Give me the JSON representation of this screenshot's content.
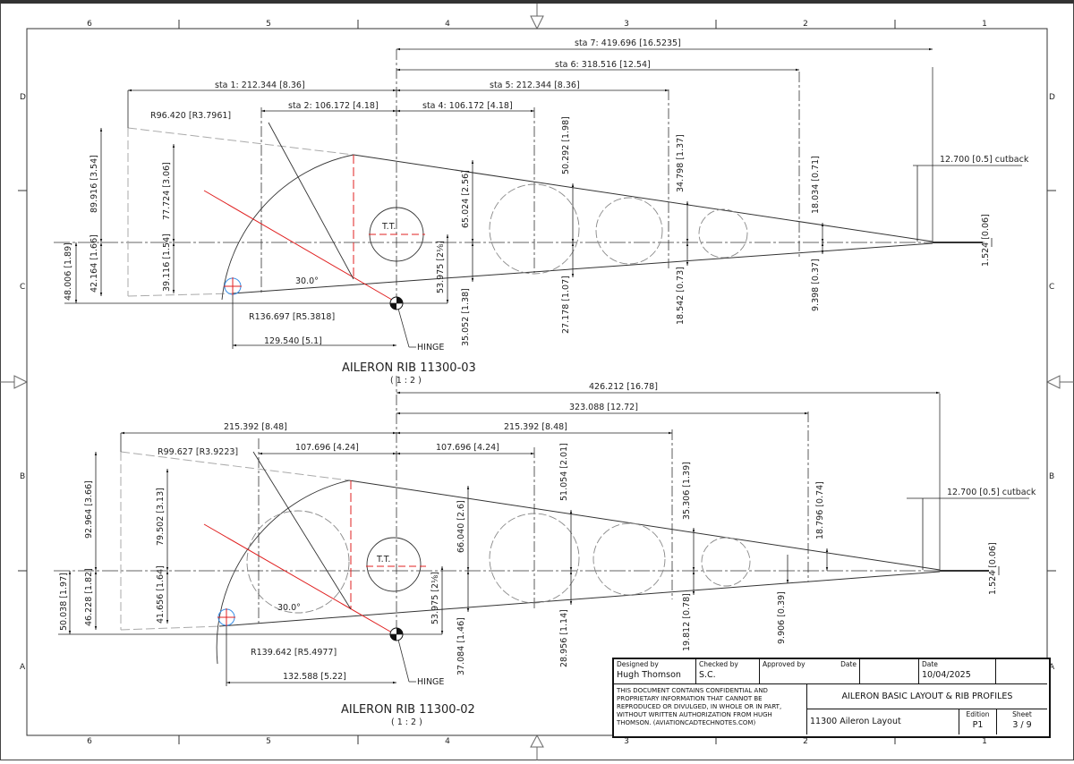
{
  "sheet": {
    "background": "#ffffff",
    "line_color": "#222222",
    "construction_color": "#e02020",
    "point_color": "#3a8ee6",
    "zones_columns": [
      "6",
      "5",
      "4",
      "3",
      "2",
      "1"
    ],
    "zones_rows": [
      "D",
      "C",
      "B",
      "A"
    ]
  },
  "rib_03": {
    "title": "AILERON RIB 11300-03",
    "scale": "( 1 : 2 )",
    "hinge_label": "HINGE",
    "tt_label": "T.T.",
    "angle": "30.0°",
    "radius_outer": "R96.420 [R3.7961]",
    "radius_arc": "R136.697 [R5.3818]",
    "sta1": "sta 1: 212.344 [8.36]",
    "sta2": "sta 2: 106.172 [4.18]",
    "sta4": "sta 4: 106.172 [4.18]",
    "sta5": "sta 5:  212.344 [8.36]",
    "sta6": "sta 6:  318.516 [12.54]",
    "sta7": "sta 7:  419.696 [16.5235]",
    "cutback": "12.700 [0.5] cutback",
    "te_thickness": "1.524 [0.06]",
    "h_left_top": "89.916 [3.54]",
    "h_left_bottom": "42.164 [1.66]",
    "h_left_total": "48.006 [1.89]",
    "h_sta2_top": "77.724 [3.06]",
    "h_sta2_bottom": "39.116 [1.54]",
    "h_hinge_top": "65.024 [2.56]",
    "h_hinge_bottom": "35.052 [1.38]",
    "h_tt": "53.975 [2⅛]",
    "h_sta4_top": "50.292 [1.98]",
    "h_sta4_bottom": "27.178 [1.07]",
    "h_sta5_top": "34.798 [1.37]",
    "h_sta5_bottom": "18.542 [0.73]",
    "h_sta6_top": "18.034 [0.71]",
    "h_sta6_bottom": "9.398 [0.37]",
    "hinge_offset": "129.540 [5.1]"
  },
  "rib_02": {
    "title": "AILERON RIB 11300-02",
    "scale": "( 1 : 2 )",
    "hinge_label": "HINGE",
    "tt_label": "T.T.",
    "angle": "30.0°",
    "radius_outer": "R99.627 [R3.9223]",
    "radius_arc": "R139.642 [R5.4977]",
    "sta1": "215.392 [8.48]",
    "sta2": "107.696 [4.24]",
    "sta4": "107.696 [4.24]",
    "sta5": "215.392 [8.48]",
    "sta6": "323.088 [12.72]",
    "sta7": "426.212 [16.78]",
    "cutback": "12.700 [0.5] cutback",
    "te_thickness": "1.524 [0.06]",
    "h_left_top": "92.964 [3.66]",
    "h_left_bottom": "46.228 [1.82]",
    "h_left_total": "50.038 [1.97]",
    "h_sta2_top": "79.502 [3.13]",
    "h_sta2_bottom": "41.656 [1.64]",
    "h_hinge_top": "66.040 [2.6]",
    "h_hinge_bottom": "37.084 [1.46]",
    "h_tt": "53.975 [2⅛]",
    "h_sta4_top": "51.054 [2.01]",
    "h_sta4_bottom": "28.956 [1.14]",
    "h_sta5_top": "35.306 [1.39]",
    "h_sta5_bottom": "19.812 [0.78]",
    "h_sta6_top": "18.796 [0.74]",
    "h_sta6_bottom": "9.906 [0.39]",
    "hinge_offset": "132.588 [5.22]"
  },
  "title_block": {
    "designed_by_label": "Designed by",
    "designed_by": "Hugh Thomson",
    "checked_by_label": "Checked by",
    "checked_by": "S.C.",
    "approved_by_label": "Approved by",
    "approved_date_label": "Date",
    "date_label": "Date",
    "date": "10/04/2025",
    "confidential": "This document contains confidential and proprietary information that cannot be reproduced or divulged, in whole or in part, without written authorization from Hugh Thomson. (aviationcadtechnotes.com)",
    "drawing_title": "AILERON BASIC LAYOUT & RIB PROFILES",
    "file_name": "11300 Aileron Layout",
    "edition_label": "Edition",
    "edition": "P1",
    "sheet_label": "Sheet",
    "sheet": "3 / 9"
  }
}
